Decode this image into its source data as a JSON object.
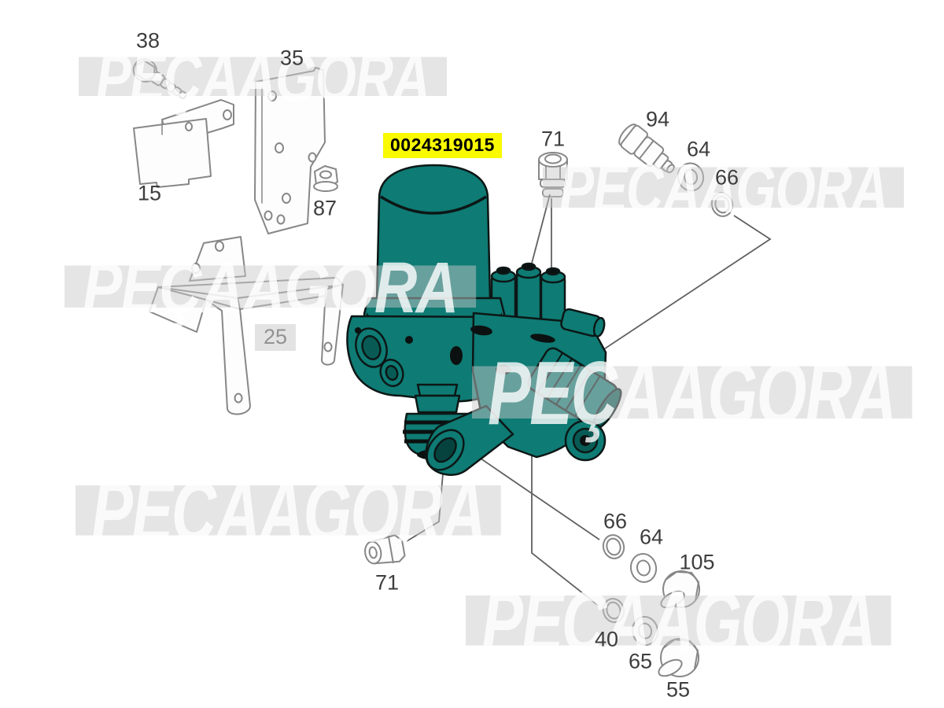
{
  "diagram": {
    "description": "Exploded parts diagram of a truck air dryer / multi-circuit valve assembly",
    "highlight": {
      "code": "0024319015",
      "bg_color": "#f9f900",
      "text_color": "#000000"
    },
    "watermark": {
      "text": "PEÇAAGORA"
    },
    "colors": {
      "assembly_fill": "#0e7b74",
      "assembly_shade": "#085b54",
      "assembly_outline": "#0c1716",
      "line_art_stroke": "#878787",
      "leader_line": "#606060",
      "label_text": "#3d3d3d",
      "gray_tag_bg": "#e3e3e3",
      "gray_tag_text": "#929292",
      "background": "#ffffff"
    },
    "parts": [
      {
        "label": "38"
      },
      {
        "label": "35"
      },
      {
        "label": "15"
      },
      {
        "label": "87"
      },
      {
        "label": "25"
      },
      {
        "label": "71"
      },
      {
        "label": "94"
      },
      {
        "label": "64"
      },
      {
        "label": "66"
      },
      {
        "label": "71"
      },
      {
        "label": "66"
      },
      {
        "label": "64"
      },
      {
        "label": "105"
      },
      {
        "label": "40"
      },
      {
        "label": "65"
      },
      {
        "label": "55"
      }
    ]
  }
}
